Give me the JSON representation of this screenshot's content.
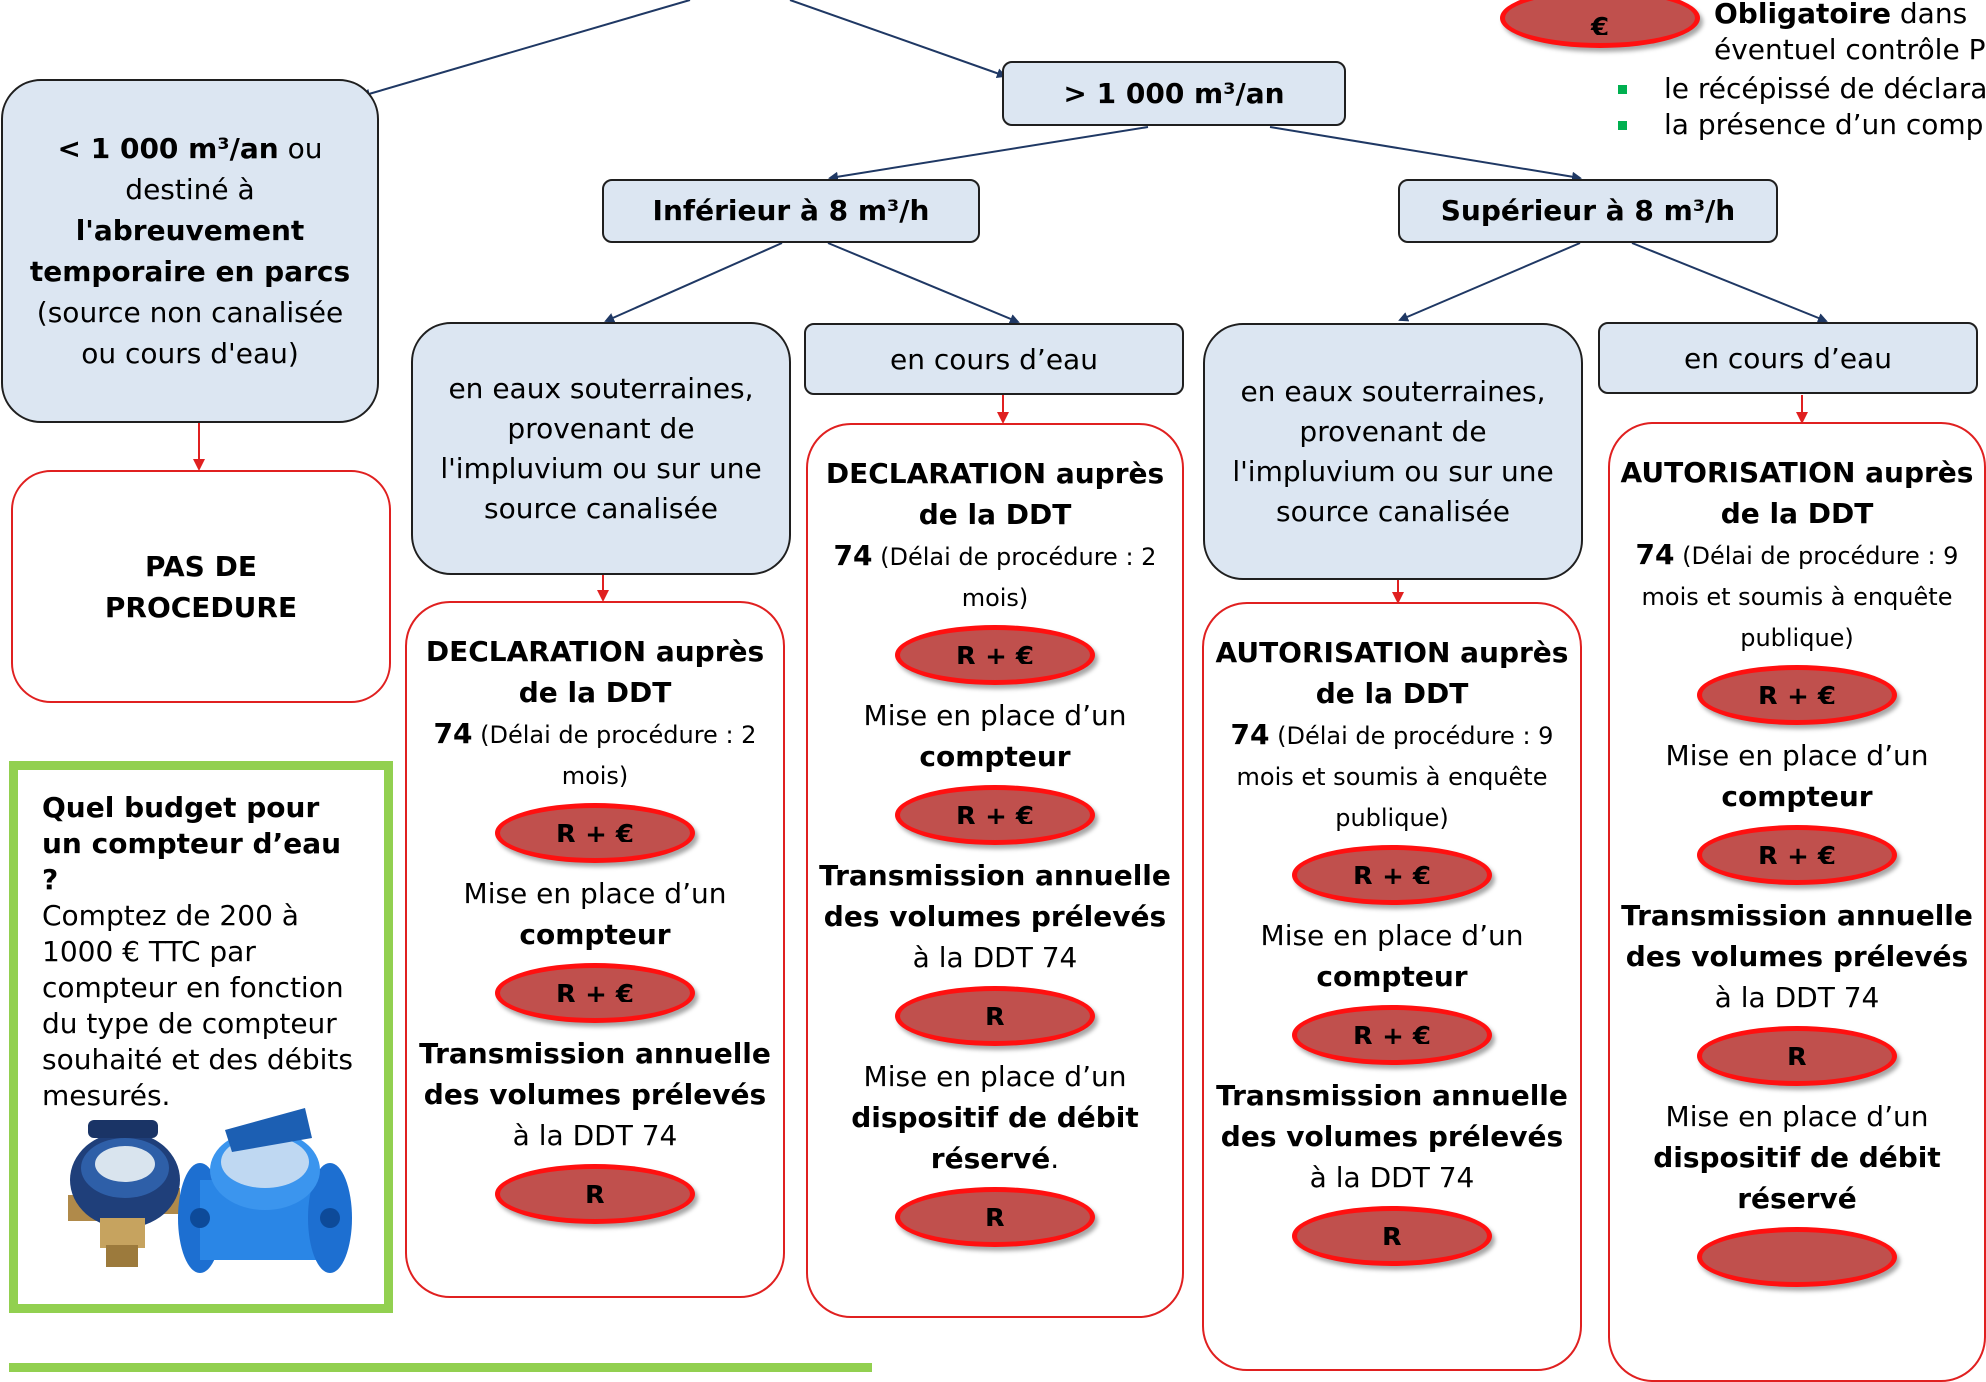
{
  "colors": {
    "node_fill": "#dce6f2",
    "node_border": "#1f1f1f",
    "proc_border": "#e02020",
    "oval_fill": "#c0504d",
    "oval_ring": "#ff1010",
    "arrow_blue": "#1f3864",
    "arrow_red": "#e02020",
    "budget_border": "#92d050",
    "bullet": "#00b050"
  },
  "top_right": {
    "oval_label": "€",
    "obligatoire": "Obligatoire",
    "dans": "dans",
    "eventuel": "éventuel contrôle P",
    "bullet1": "le récépissé de déclara",
    "bullet2": "la présence d’un comp"
  },
  "small_volume": {
    "bold1": "< 1 000 m³/an",
    "text1": " ou",
    "text2": "destiné à",
    "bold2": "l'abreuvement temporaire en parcs",
    "text3": " (source non canalisée ou cours d'eau)"
  },
  "pas_de_procedure": "PAS DE PROCEDURE",
  "large_volume": "> 1 000 m³/an",
  "inferieur": "Inférieur à 8 m³/h",
  "superieur": "Supérieur à 8 m³/h",
  "eaux_sout": "en eaux souterraines, provenant de l'impluvium ou sur une source canalisée",
  "cours_eau": "en cours d’eau",
  "decl_title": "DECLARATION auprès de la DDT",
  "auto_title": "AUTORISATION auprès de la DDT",
  "num74": "74",
  "delai_2": " (Délai de procédure : 2 mois)",
  "delai_9": " (Délai de procédure : 9 mois et soumis à enquête publique)",
  "mise_en_place": "Mise en place d’un",
  "compteur": "compteur",
  "transmission": "Transmission annuelle des volumes prélevés",
  "a_la_ddt": "à la DDT 74",
  "dispositif": "dispositif de débit réservé",
  "period": ".",
  "oval_rf": "R + €",
  "oval_r": "R",
  "budget": {
    "question": "Quel budget pour un compteur d’eau ?",
    "text": "Comptez de 200 à 1000 € TTC par compteur en fonction du type de compteur souhaité et des débits mesurés."
  }
}
